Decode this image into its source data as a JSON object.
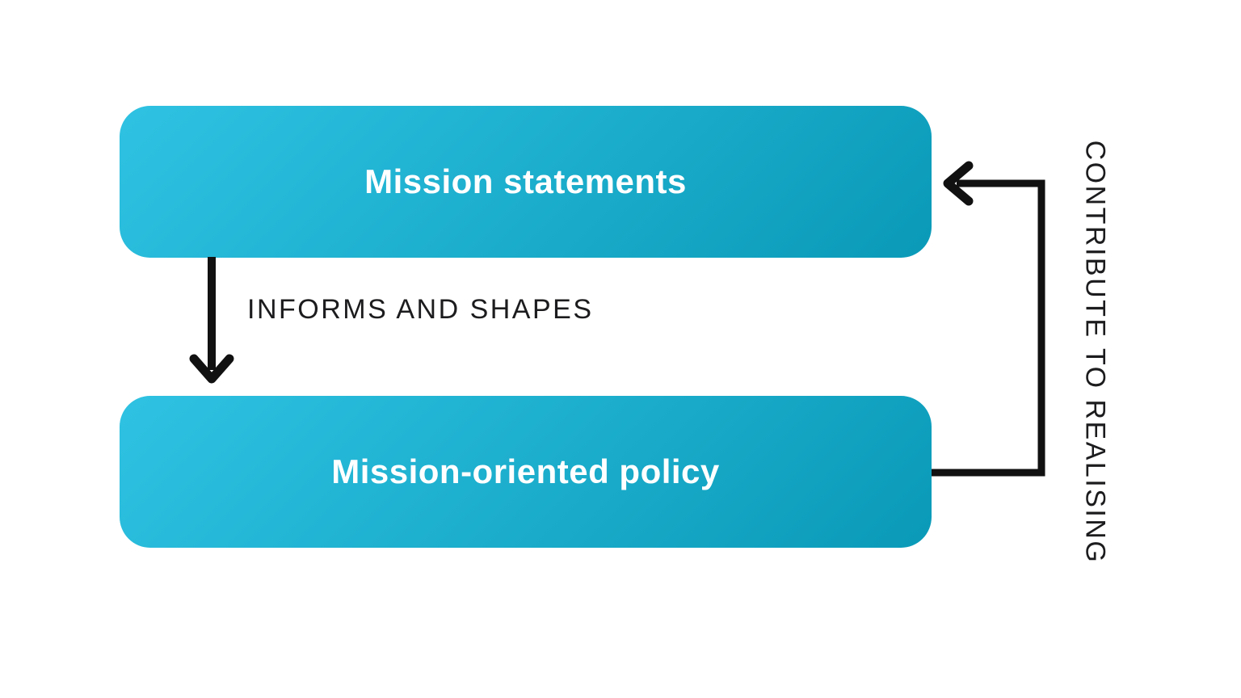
{
  "diagram": {
    "boxes": {
      "top": {
        "label": "Mission statements"
      },
      "bottom": {
        "label": "Mission-oriented policy"
      }
    },
    "labels": {
      "down_arrow": "INFORMS AND SHAPES",
      "feedback_arrow": "CONTRIBUTE TO REALISING"
    },
    "arrows": [
      {
        "name": "informs-arrow",
        "from": "mission-statements-box",
        "to": "mission-oriented-policy-box",
        "direction": "down"
      },
      {
        "name": "contribute-arrow",
        "from": "mission-oriented-policy-box",
        "to": "mission-statements-box",
        "direction": "right-up-left"
      }
    ]
  },
  "colors": {
    "grad-start": "#2fc2e2",
    "grad-end": "#0a9ab8",
    "box-text": "#ffffff",
    "arrow": "#111111",
    "label-text": "#1c1c1e"
  }
}
